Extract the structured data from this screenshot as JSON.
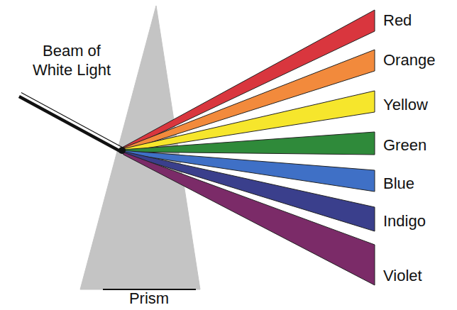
{
  "diagram": {
    "labels": [
      "Beam of White Light",
      "Prism",
      "Red",
      "Orange",
      "Yellow",
      "Green",
      "Blue",
      "Indigo",
      "Violet"
    ]
  }
}
